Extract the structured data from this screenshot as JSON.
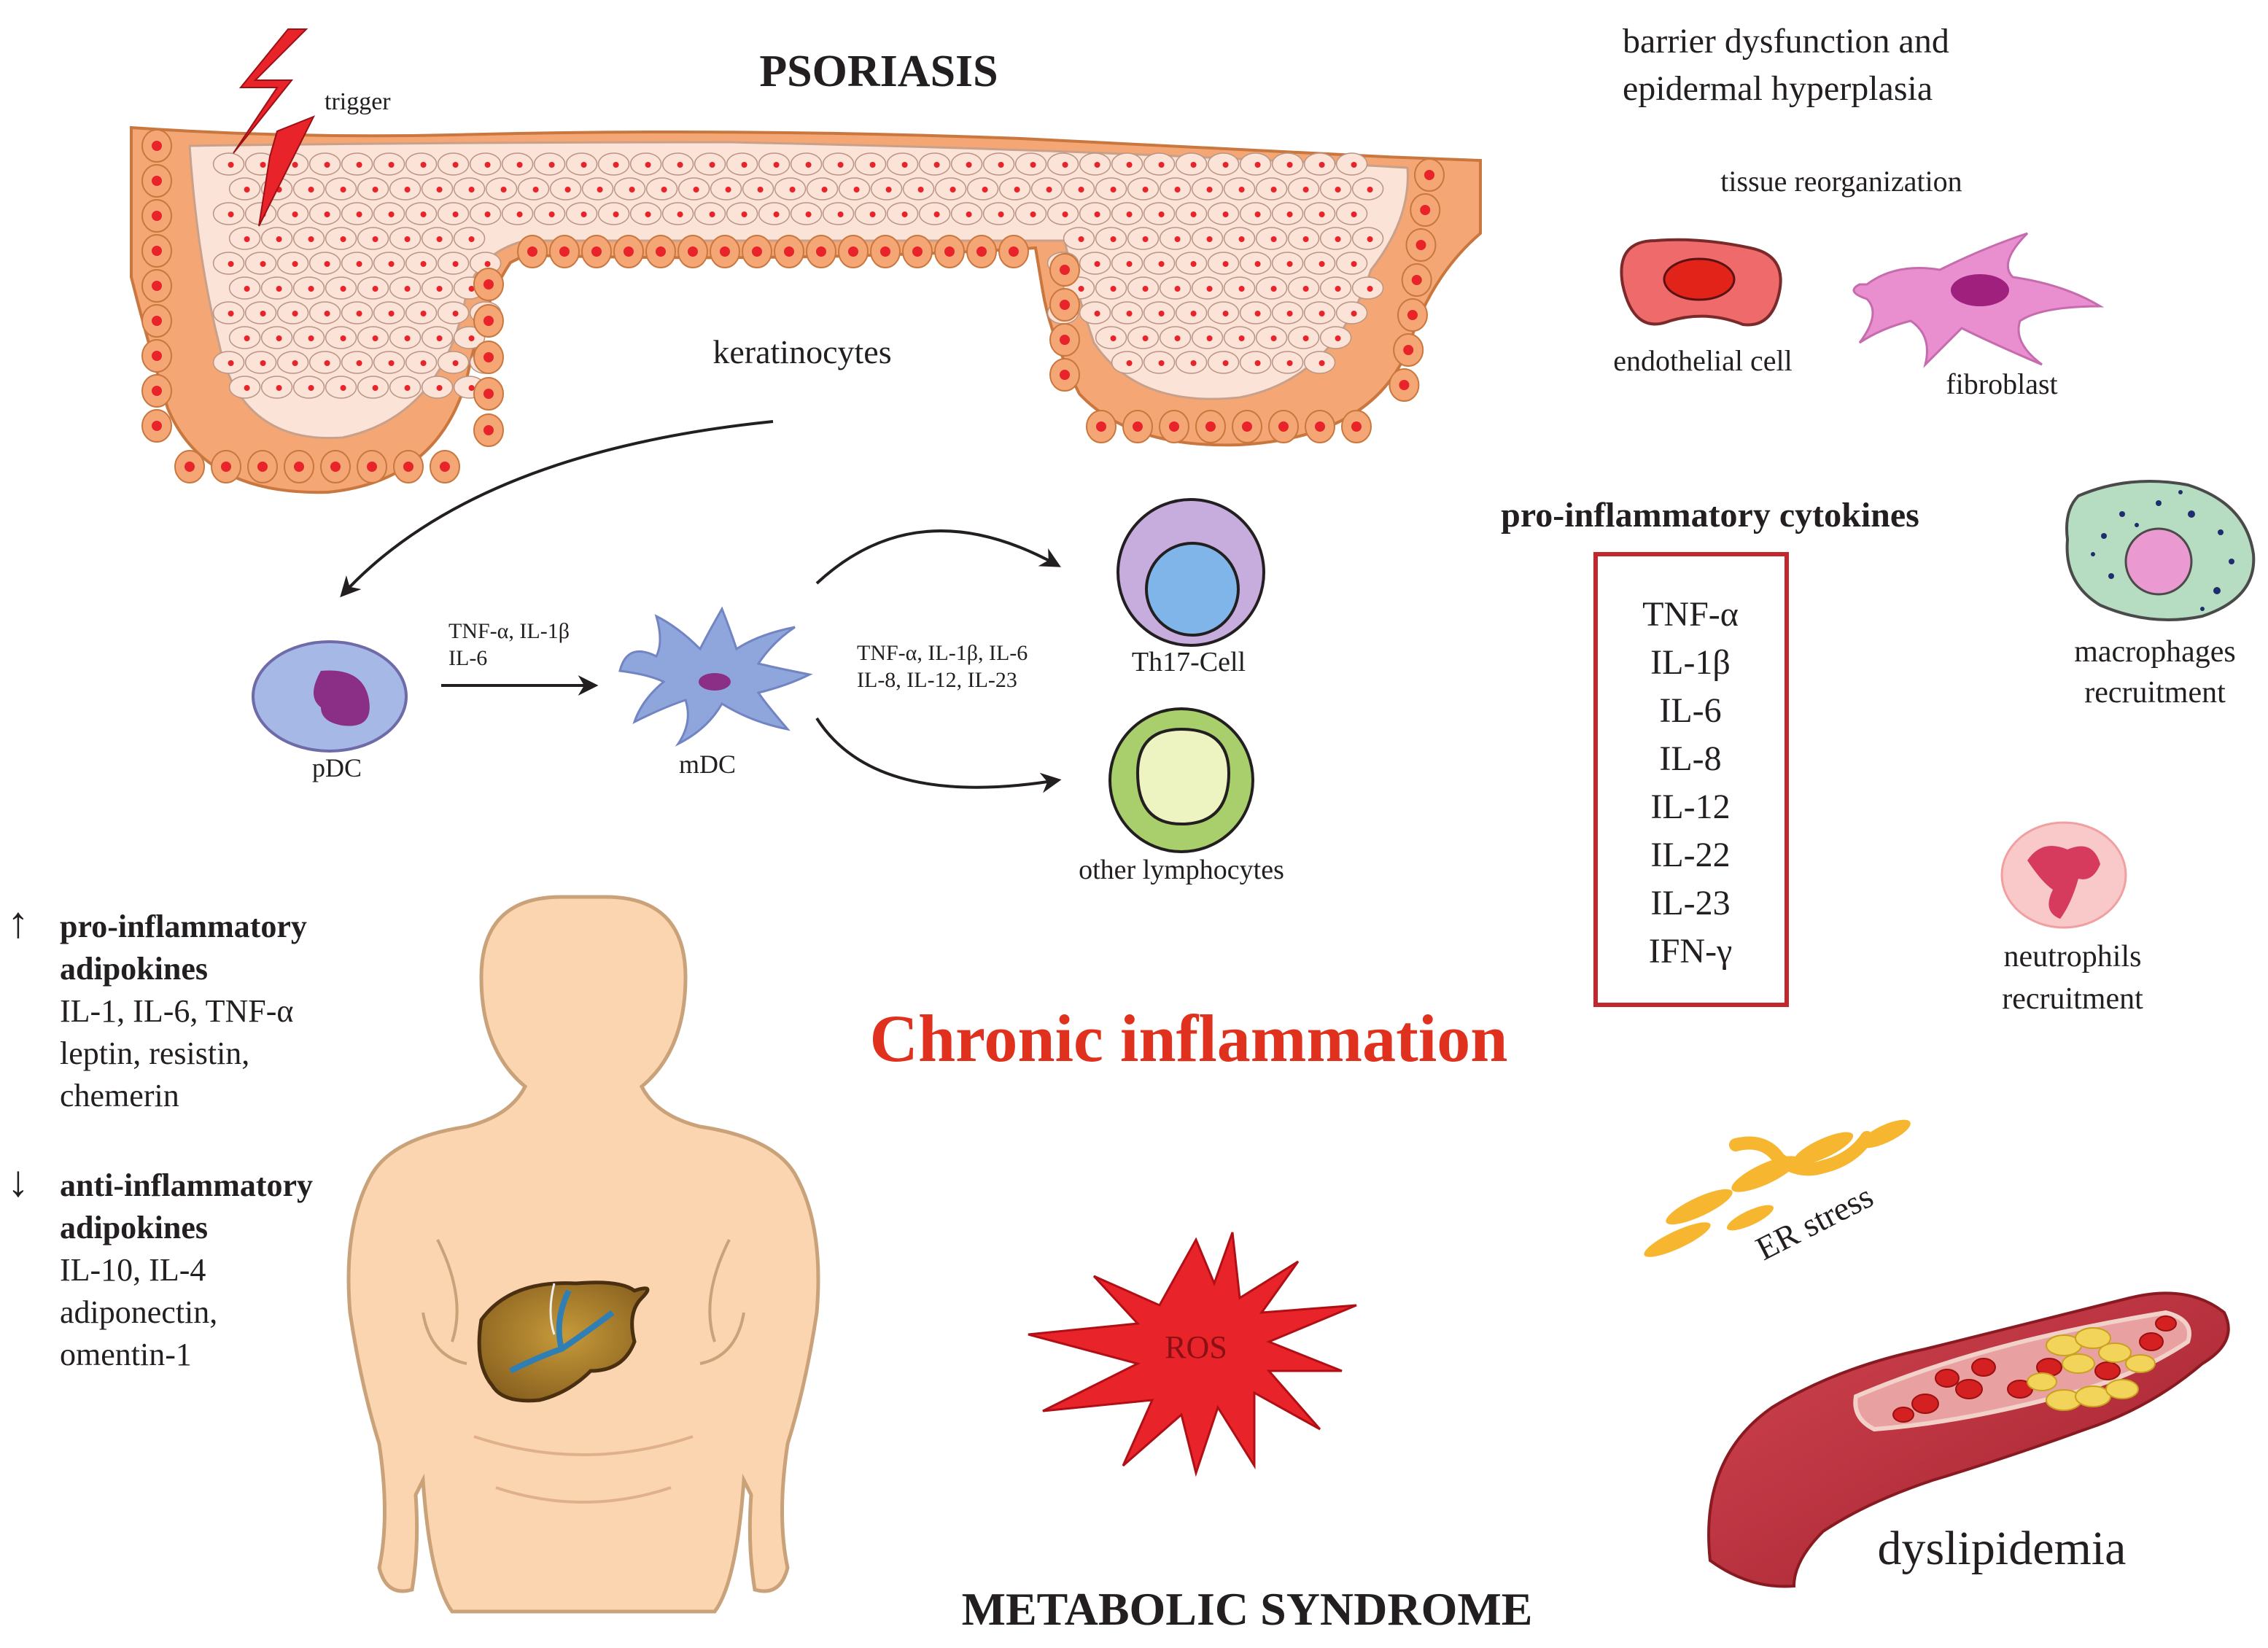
{
  "title_psoriasis": "PSORIASIS",
  "title_metabolic": "METABOLIC SYNDROME",
  "trigger_label": "trigger",
  "keratinocytes_label": "keratinocytes",
  "barrier": [
    "barrier dysfunction and",
    "epidermal hyperplasia"
  ],
  "tissue_reorg": "tissue reorganization",
  "endothelial_label": "endothelial cell",
  "fibroblast_label": "fibroblast",
  "pdc_label": "pDC",
  "mdc_label": "mDC",
  "pdc_to_mdc": [
    "TNF-α, IL-1β",
    "IL-6"
  ],
  "mdc_to_t": [
    "TNF-α, IL-1β, IL-6",
    "IL-8, IL-12, IL-23"
  ],
  "th17_label": "Th17-Cell",
  "lymph_label": "other lymphocytes",
  "cytokines_title": "pro-inflammatory cytokines",
  "cytokines": [
    "TNF-α",
    "IL-1β",
    "IL-6",
    "IL-8",
    "IL-12",
    "IL-22",
    "IL-23",
    "IFN-γ"
  ],
  "macrophages": [
    "macrophages",
    "recruitment"
  ],
  "neutrophils": [
    "neutrophils",
    "recruitment"
  ],
  "chronic": "Chronic inflammation",
  "pro_adipo": {
    "arrow": "↑",
    "heading": [
      "pro-inflammatory",
      "adipokines"
    ],
    "items": [
      "IL-1, IL-6, TNF-α",
      "leptin, resistin,",
      "chemerin"
    ]
  },
  "anti_adipo": {
    "arrow": "↓",
    "heading": [
      "anti-inflammatory",
      "adipokines"
    ],
    "items": [
      "IL-10, IL-4",
      "adiponectin,",
      "omentin-1"
    ]
  },
  "ros": "ROS",
  "er_stress": "ER stress",
  "dyslipidemia": "dyslipidemia",
  "colors": {
    "chronic_red": "#e0301e",
    "box_red": "#c1272d",
    "skin_orange": "#f4a774",
    "cell_pink": "#fbe3d8",
    "nucleus_red": "#e8232a",
    "body_skin": "#fbd4b0"
  }
}
